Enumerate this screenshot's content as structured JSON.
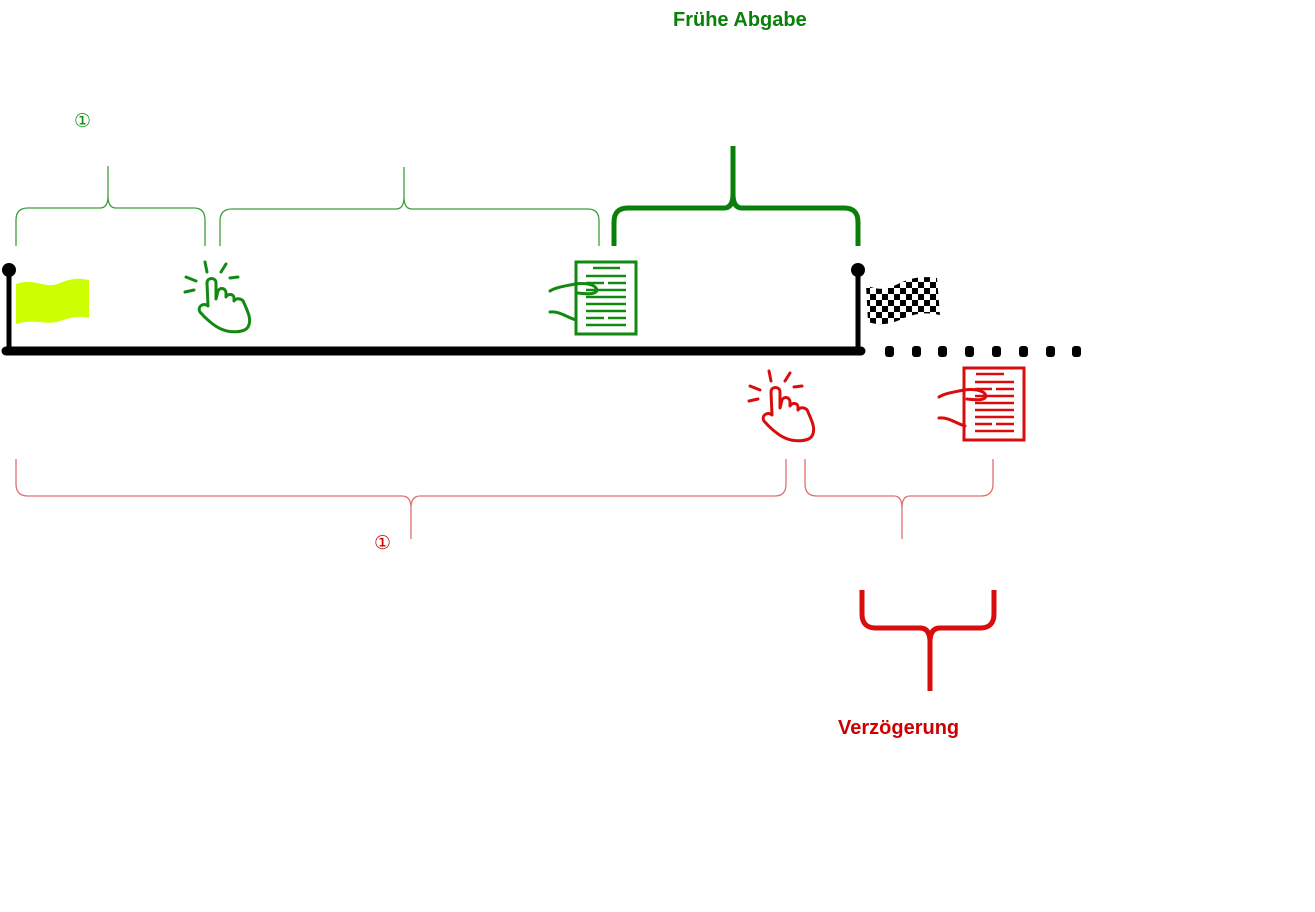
{
  "colors": {
    "green": "#128a12",
    "green_dark": "#0a7f0a",
    "red": "#d90d0d",
    "red_light": "#e07070",
    "yellow": "#ccff00",
    "black": "#000000"
  },
  "labels": {
    "early_submission": "Frühe Abgabe",
    "delay": "Verzögerung",
    "green_marker": "①",
    "red_marker": "①"
  },
  "icons": {
    "start_flag": "start-flag-icon",
    "finish_flag": "checkered-flag-icon",
    "green_click": "click-hand-icon",
    "green_document": "submit-document-icon",
    "red_click": "click-hand-icon",
    "red_document": "submit-document-icon"
  }
}
